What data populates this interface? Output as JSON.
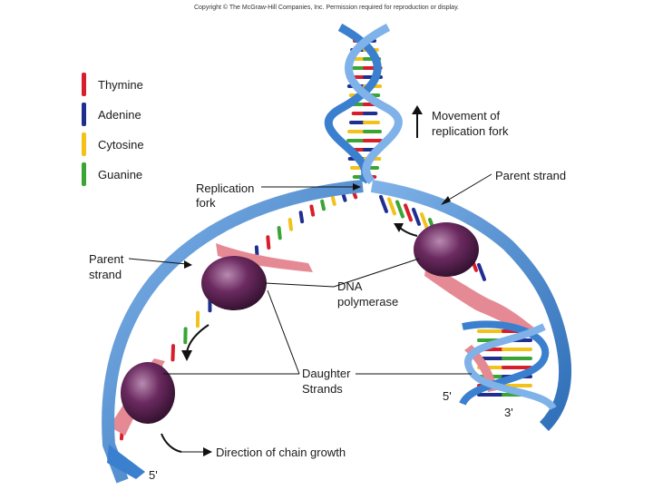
{
  "copyright": "Copyright © The McGraw-Hill Companies, Inc. Permission required for reproduction or display.",
  "legend": [
    {
      "label": "Thymine",
      "color": "#d81e2a"
    },
    {
      "label": "Adenine",
      "color": "#1f2f8f"
    },
    {
      "label": "Cytosine",
      "color": "#f2c21b"
    },
    {
      "label": "Guanine",
      "color": "#3aa535"
    }
  ],
  "labels": {
    "movement_line1": "Movement of",
    "movement_line2": "replication fork",
    "parent_strand_right": "Parent strand",
    "replication_fork_line1": "Replication",
    "replication_fork_line2": "fork",
    "parent_strand_left_line1": "Parent",
    "parent_strand_left_line2": "strand",
    "dna_polymerase_line1": "DNA",
    "dna_polymerase_line2": "polymerase",
    "daughter_line1": "Daughter",
    "daughter_line2": "Strands",
    "five_prime_right": "5'",
    "three_prime": "3'",
    "direction": "Direction of chain growth",
    "five_prime_bottom": "5'"
  },
  "colors": {
    "backbone_blue": "#4a8fd6",
    "backbone_light": "#9cc6ee",
    "daughter_pink": "#e07a86",
    "polymerase": "#5a2350"
  }
}
